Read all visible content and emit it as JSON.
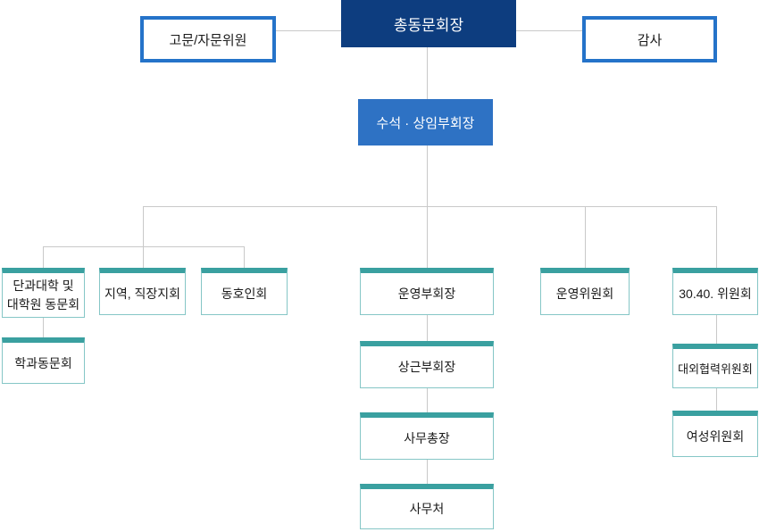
{
  "colors": {
    "navy": "#0d3d7f",
    "blue": "#2e72c4",
    "outline_blue": "#2573c9",
    "teal": "#3aa0a0",
    "teal_border": "#85c6c6",
    "connector": "#c9c9c9",
    "text": "#1a1a1a"
  },
  "nodes": {
    "chairman": {
      "label": "총동문회장"
    },
    "advisors": {
      "label": "고문/자문위원"
    },
    "auditor": {
      "label": "감사"
    },
    "senior_vice_chairman": {
      "label": "수석 · 상임부회장"
    },
    "college_alumni": {
      "label": "단과대학 및\n대학원 동문회"
    },
    "regional_chapters": {
      "label": "지역, 직장지회"
    },
    "hobby_clubs": {
      "label": "동호인회"
    },
    "operating_vice_chairman": {
      "label": "운영부회장"
    },
    "operating_committee": {
      "label": "운영위원회"
    },
    "committee_3040": {
      "label": "30.40. 위원회"
    },
    "department_alumni": {
      "label": "학과동문회"
    },
    "standing_vice_chairman": {
      "label": "상근부회장"
    },
    "external_cooperation_committee": {
      "label": "대외협력위원회"
    },
    "secretary_general": {
      "label": "사무총장"
    },
    "womens_committee": {
      "label": "여성위원회"
    },
    "secretariat": {
      "label": "사무처"
    }
  }
}
